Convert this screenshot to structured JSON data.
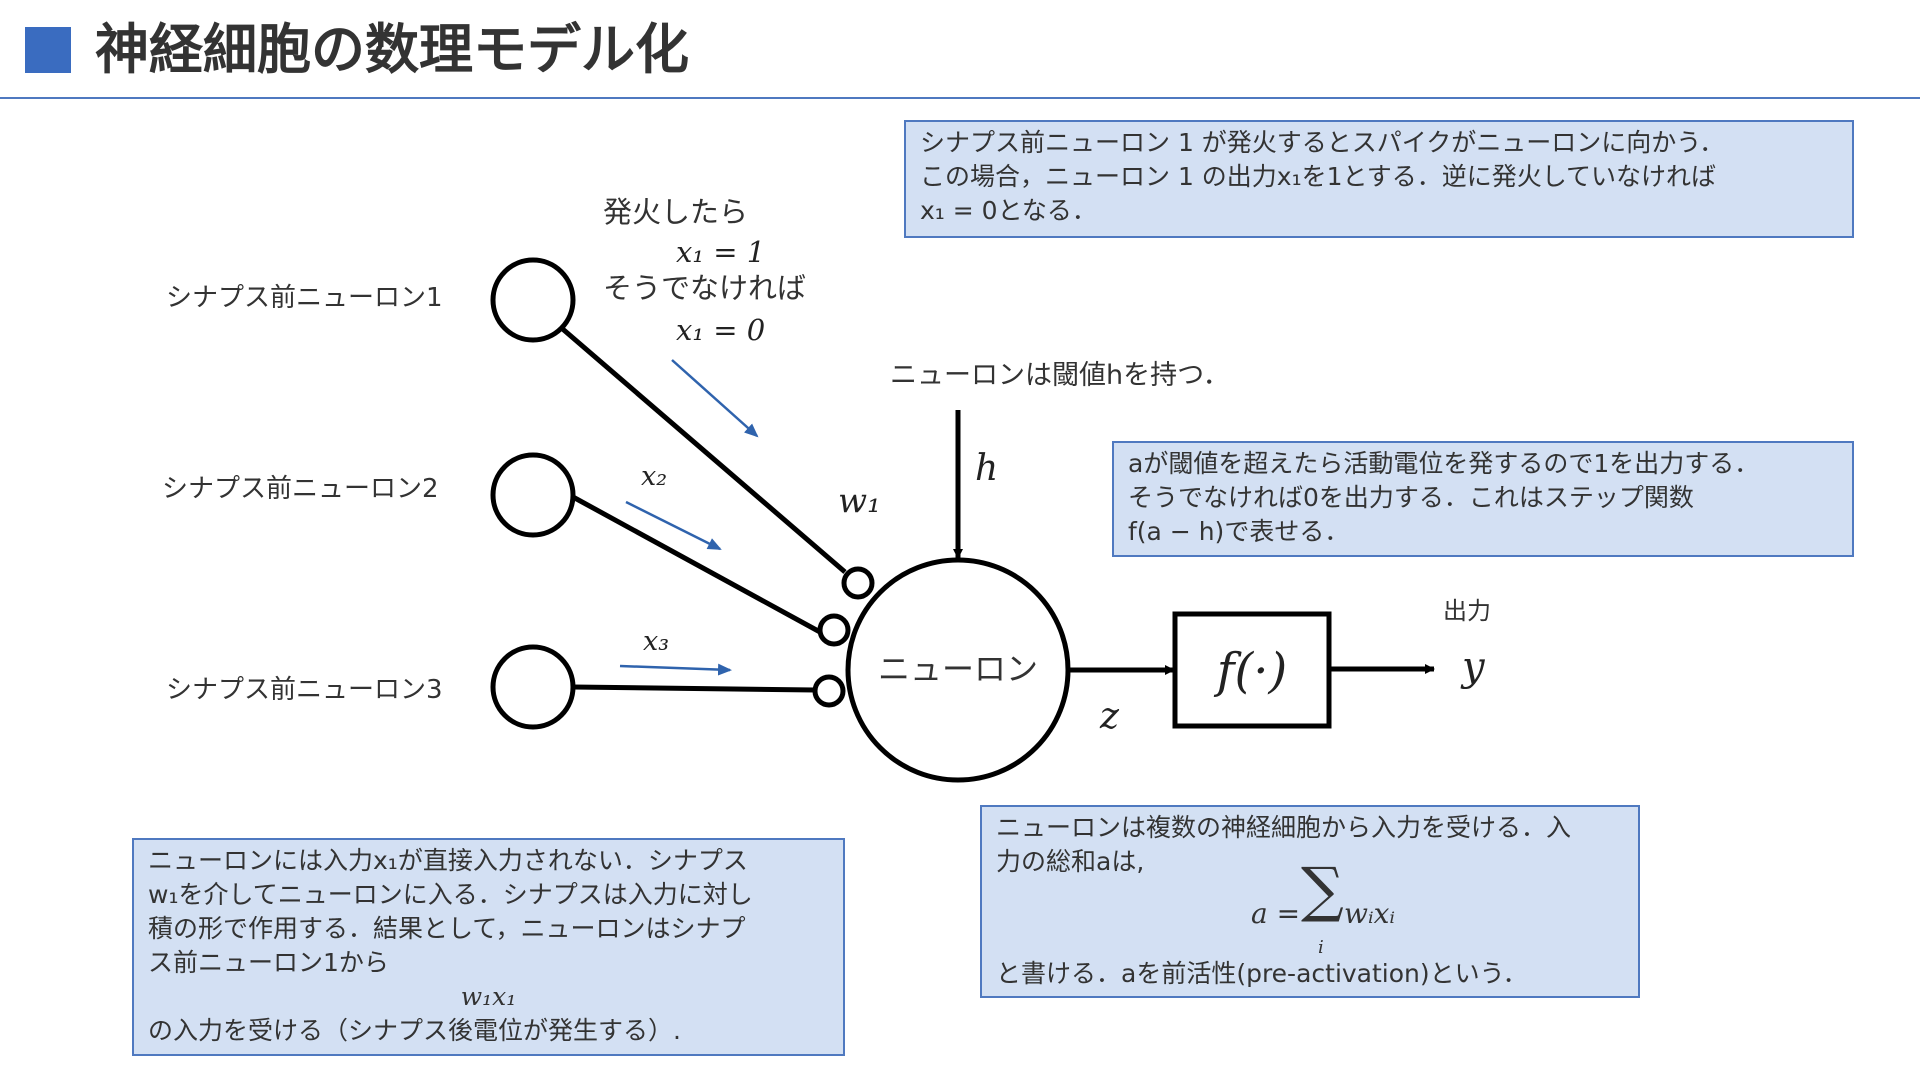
{
  "slide": {
    "title": "神経細胞の数理モデル化"
  },
  "diagram": {
    "pre_neurons": [
      "シナプス前ニューロン1",
      "シナプス前ニューロン2",
      "シナプス前ニューロン3"
    ],
    "fire_text": "発火したら",
    "x1_eq_1": "x₁ = 1",
    "else_text": "そうでなければ",
    "x1_eq_0": "x₁ = 0",
    "x2": "x₂",
    "x3": "x₃",
    "w1": "w₁",
    "neuron_label": "ニューロン",
    "threshold_text": "ニューロンは閾値hを持つ．",
    "h": "h",
    "z": "z",
    "f": "f(·)",
    "output_label": "出力",
    "y": "y"
  },
  "boxes": {
    "top": {
      "l1": "シナプス前ニューロン 1 が発火するとスパイクがニューロンに向かう．",
      "l2": "この場合，ニューロン 1 の出力x₁を1とする．逆に発火していなければ",
      "l3": "x₁ = 0となる．"
    },
    "threshold": {
      "l1": "aが閾値を超えたら活動電位を発するので1を出力する．",
      "l2": "そうでなければ0を出力する．これはステップ関数",
      "l3": "f(a − h)で表せる．"
    },
    "sum": {
      "l1": "ニューロンは複数の神経細胞から入力を受ける．入",
      "l2": "力の総和aは,",
      "formula_a": "a =",
      "formula_sigma": "∑",
      "formula_i": "i",
      "formula_wx": "wᵢxᵢ",
      "l3": "と書ける．aを前活性(pre-activation)という．"
    },
    "bottom": {
      "l1": "ニューロンには入力x₁が直接入力されない．シナプス",
      "l2": "w₁を介してニューロンに入る．シナプスは入力に対し",
      "l3": "積の形で作用する．結果として，ニューロンはシナプ",
      "l4": "ス前ニューロン1から",
      "formula": "w₁x₁",
      "l5": "の入力を受ける（シナプス後電位が発生する）."
    }
  },
  "colors": {
    "accent": "#3a6cc0",
    "box_fill": "#d3e0f3",
    "box_border": "#4f79c0",
    "arrow_blue": "#2f63ad"
  }
}
